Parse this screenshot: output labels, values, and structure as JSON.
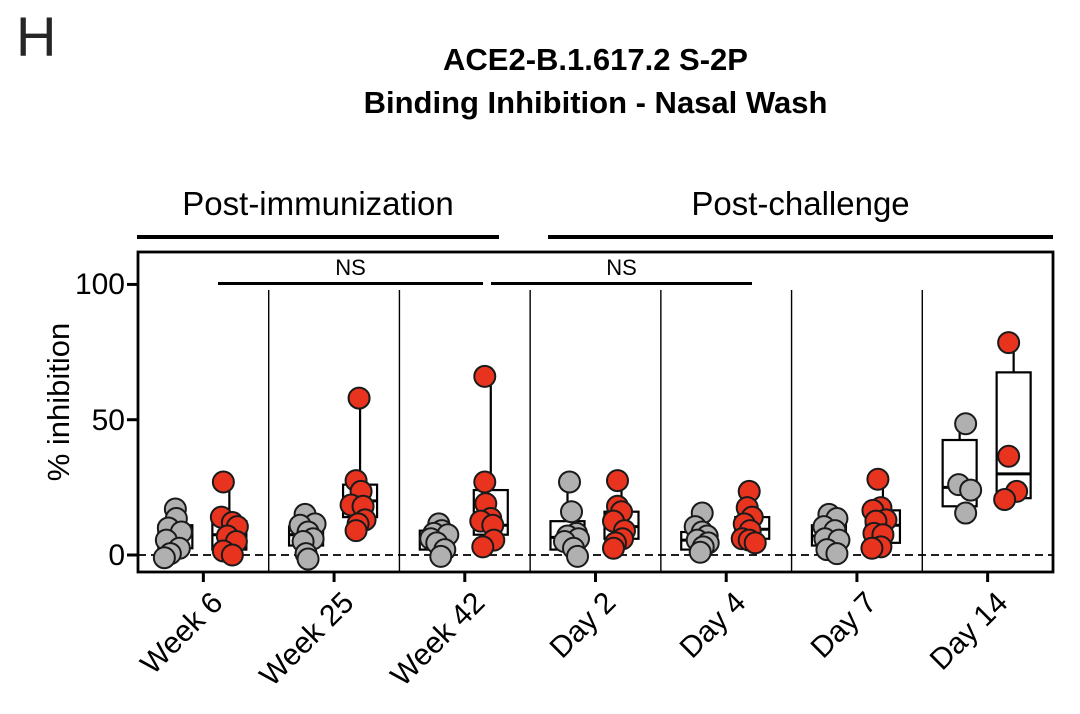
{
  "panel_label": "H",
  "title": {
    "line1": "ACE2-B.1.617.2 S-2P",
    "line2": "Binding Inhibition - Nasal Wash"
  },
  "chart_data": {
    "type": "box-scatter",
    "ylabel": "% inhibition",
    "yticks": [
      0,
      50,
      100
    ],
    "ytick_labels": [
      "0",
      "50",
      "100"
    ],
    "ylim": [
      -6,
      112
    ],
    "zero_reference_line": 0,
    "grid": "off",
    "categories": [
      "Week 6",
      "Week 25",
      "Week 42",
      "Day 2",
      "Day 4",
      "Day 7",
      "Day 14"
    ],
    "sections": [
      {
        "label": "Post-immunization",
        "categories": [
          "Week 6",
          "Week 25",
          "Week 42"
        ]
      },
      {
        "label": "Post-challenge",
        "categories": [
          "Day 2",
          "Day 4",
          "Day 7",
          "Day 14"
        ]
      }
    ],
    "annotations": [
      {
        "label": "NS",
        "span": "Week 6 to Week 42"
      },
      {
        "label": "NS",
        "span": "Week 42 to Day 4"
      }
    ],
    "series_colors": {
      "gray": "#b0b0b0",
      "red": "#e8341f"
    },
    "point_outline": "#1a1a1a",
    "groups": [
      {
        "category": "Week 6",
        "side": "gray",
        "box": {
          "q1": 2.5,
          "median": 7,
          "q3": 11,
          "whisker_high": 17,
          "whisker_low": -1
        },
        "points": [
          {
            "dx": 0,
            "v": 17
          },
          {
            "dx": 1,
            "v": 13.5
          },
          {
            "dx": -7,
            "v": 10
          },
          {
            "dx": 6,
            "v": 8.5
          },
          {
            "dx": -9,
            "v": 5.5
          },
          {
            "dx": 4,
            "v": 2.5
          },
          {
            "dx": -5,
            "v": 0.5
          },
          {
            "dx": -11,
            "v": -1
          }
        ]
      },
      {
        "category": "Week 6",
        "side": "red",
        "box": {
          "q1": 2,
          "median": 7.5,
          "q3": 12.5,
          "whisker_high": 27,
          "whisker_low": 0
        },
        "points": [
          {
            "dx": -6,
            "v": 27
          },
          {
            "dx": -8,
            "v": 14
          },
          {
            "dx": 3,
            "v": 12
          },
          {
            "dx": 8,
            "v": 10.5
          },
          {
            "dx": -2,
            "v": 7
          },
          {
            "dx": 7,
            "v": 5
          },
          {
            "dx": -6,
            "v": 1.5
          },
          {
            "dx": 3,
            "v": 0
          }
        ]
      },
      {
        "category": "Week 25",
        "side": "gray",
        "box": {
          "q1": 3.5,
          "median": 7.5,
          "q3": 10.5,
          "whisker_high": 15,
          "whisker_low": -1.5
        },
        "points": [
          {
            "dx": -1,
            "v": 15
          },
          {
            "dx": 9,
            "v": 11.5
          },
          {
            "dx": -6,
            "v": 11
          },
          {
            "dx": 2,
            "v": 8.5
          },
          {
            "dx": 7,
            "v": 6
          },
          {
            "dx": -3,
            "v": 5
          },
          {
            "dx": 0,
            "v": 0.5
          },
          {
            "dx": 2,
            "v": -1.5
          }
        ]
      },
      {
        "category": "Week 25",
        "side": "red",
        "box": {
          "q1": 14,
          "median": 20,
          "q3": 26,
          "whisker_high": 58,
          "whisker_low": 9
        },
        "points": [
          {
            "dx": -1,
            "v": 58
          },
          {
            "dx": -4,
            "v": 27.5
          },
          {
            "dx": 1,
            "v": 23.5
          },
          {
            "dx": -9,
            "v": 18.5
          },
          {
            "dx": 3,
            "v": 18
          },
          {
            "dx": 5,
            "v": 13
          },
          {
            "dx": -2,
            "v": 11.5
          },
          {
            "dx": -4,
            "v": 9
          }
        ]
      },
      {
        "category": "Week 42",
        "side": "gray",
        "box": {
          "q1": 2,
          "median": 6,
          "q3": 9,
          "whisker_high": 11.5,
          "whisker_low": -0.5
        },
        "points": [
          {
            "dx": 2,
            "v": 11.5
          },
          {
            "dx": 5,
            "v": 9
          },
          {
            "dx": -3,
            "v": 8
          },
          {
            "dx": 11,
            "v": 7.5
          },
          {
            "dx": -6,
            "v": 6
          },
          {
            "dx": 0,
            "v": 4.5
          },
          {
            "dx": 8,
            "v": 2
          },
          {
            "dx": 4,
            "v": -0.5
          }
        ]
      },
      {
        "category": "Week 42",
        "side": "red",
        "box": {
          "q1": 7.5,
          "median": 11,
          "q3": 24,
          "whisker_high": 66,
          "whisker_low": 3
        },
        "points": [
          {
            "dx": -6,
            "v": 66
          },
          {
            "dx": -6,
            "v": 27
          },
          {
            "dx": -5,
            "v": 19
          },
          {
            "dx": 0,
            "v": 13.5
          },
          {
            "dx": -10,
            "v": 12.5
          },
          {
            "dx": 2,
            "v": 11
          },
          {
            "dx": 3,
            "v": 5.5
          },
          {
            "dx": -8,
            "v": 3
          }
        ]
      },
      {
        "category": "Day 2",
        "side": "gray",
        "box": {
          "q1": 2,
          "median": 6.5,
          "q3": 12.5,
          "whisker_high": 27,
          "whisker_low": -0.5
        },
        "points": [
          {
            "dx": 2,
            "v": 27
          },
          {
            "dx": 4,
            "v": 16
          },
          {
            "dx": 9,
            "v": 8
          },
          {
            "dx": 0,
            "v": 7
          },
          {
            "dx": 11,
            "v": 6
          },
          {
            "dx": -3,
            "v": 5
          },
          {
            "dx": 6,
            "v": 2.5
          },
          {
            "dx": 10,
            "v": -0.5
          }
        ]
      },
      {
        "category": "Day 2",
        "side": "red",
        "box": {
          "q1": 6,
          "median": 10.5,
          "q3": 16,
          "whisker_high": 27.5,
          "whisker_low": 2.5
        },
        "points": [
          {
            "dx": -4,
            "v": 27.5
          },
          {
            "dx": -4,
            "v": 18
          },
          {
            "dx": 0,
            "v": 16
          },
          {
            "dx": -8,
            "v": 12.5
          },
          {
            "dx": 3,
            "v": 9
          },
          {
            "dx": 1,
            "v": 6
          },
          {
            "dx": -6,
            "v": 4.5
          },
          {
            "dx": -8,
            "v": 2.5
          }
        ]
      },
      {
        "category": "Day 4",
        "side": "gray",
        "box": {
          "q1": 2,
          "median": 5.5,
          "q3": 8.5,
          "whisker_high": 15.5,
          "whisker_low": 1
        },
        "points": [
          {
            "dx": 4,
            "v": 15.5
          },
          {
            "dx": -3,
            "v": 10.5
          },
          {
            "dx": 4,
            "v": 8.5
          },
          {
            "dx": 9,
            "v": 7
          },
          {
            "dx": -1,
            "v": 5.5
          },
          {
            "dx": 10,
            "v": 4.5
          },
          {
            "dx": 5,
            "v": 3
          },
          {
            "dx": 2,
            "v": 1
          }
        ]
      },
      {
        "category": "Day 4",
        "side": "red",
        "box": {
          "q1": 6,
          "median": 9.5,
          "q3": 14,
          "whisker_high": 23.5,
          "whisker_low": 4.5
        },
        "points": [
          {
            "dx": -3,
            "v": 23.5
          },
          {
            "dx": -5,
            "v": 17.5
          },
          {
            "dx": 0,
            "v": 14
          },
          {
            "dx": -8,
            "v": 11.5
          },
          {
            "dx": -2,
            "v": 9
          },
          {
            "dx": -10,
            "v": 6
          },
          {
            "dx": -3,
            "v": 5.5
          },
          {
            "dx": 3,
            "v": 4.5
          }
        ]
      },
      {
        "category": "Day 7",
        "side": "gray",
        "box": {
          "q1": 3.5,
          "median": 7,
          "q3": 11,
          "whisker_high": 15,
          "whisker_low": 0.5
        },
        "points": [
          {
            "dx": 0,
            "v": 15
          },
          {
            "dx": 8,
            "v": 13.5
          },
          {
            "dx": -5,
            "v": 10.5
          },
          {
            "dx": 6,
            "v": 9
          },
          {
            "dx": -4,
            "v": 6
          },
          {
            "dx": 10,
            "v": 5.5
          },
          {
            "dx": -2,
            "v": 2
          },
          {
            "dx": 8,
            "v": 0.5
          }
        ]
      },
      {
        "category": "Day 7",
        "side": "red",
        "box": {
          "q1": 4.5,
          "median": 11,
          "q3": 16.5,
          "whisker_high": 28,
          "whisker_low": 2.5
        },
        "points": [
          {
            "dx": -5,
            "v": 28
          },
          {
            "dx": -2,
            "v": 17.5
          },
          {
            "dx": -10,
            "v": 16.5
          },
          {
            "dx": 3,
            "v": 13
          },
          {
            "dx": -7,
            "v": 12.5
          },
          {
            "dx": -9,
            "v": 8
          },
          {
            "dx": 0,
            "v": 7.5
          },
          {
            "dx": -2,
            "v": 3
          },
          {
            "dx": -11,
            "v": 2.5
          }
        ]
      },
      {
        "category": "Day 14",
        "side": "gray",
        "box": {
          "q1": 18,
          "median": 25,
          "q3": 42.5,
          "whisker_high": 48.5,
          "whisker_low": 15.5
        },
        "points": [
          {
            "dx": 6,
            "v": 48.5
          },
          {
            "dx": -1,
            "v": 26
          },
          {
            "dx": 11,
            "v": 24
          },
          {
            "dx": 6,
            "v": 15.5
          }
        ]
      },
      {
        "category": "Day 14",
        "side": "red",
        "box": {
          "q1": 21,
          "median": 30,
          "q3": 67.5,
          "whisker_high": 78.5,
          "whisker_low": 20.5
        },
        "points": [
          {
            "dx": -5,
            "v": 78.5
          },
          {
            "dx": -5,
            "v": 36.5
          },
          {
            "dx": 3,
            "v": 23.5
          },
          {
            "dx": -9,
            "v": 20.5
          }
        ]
      }
    ]
  }
}
